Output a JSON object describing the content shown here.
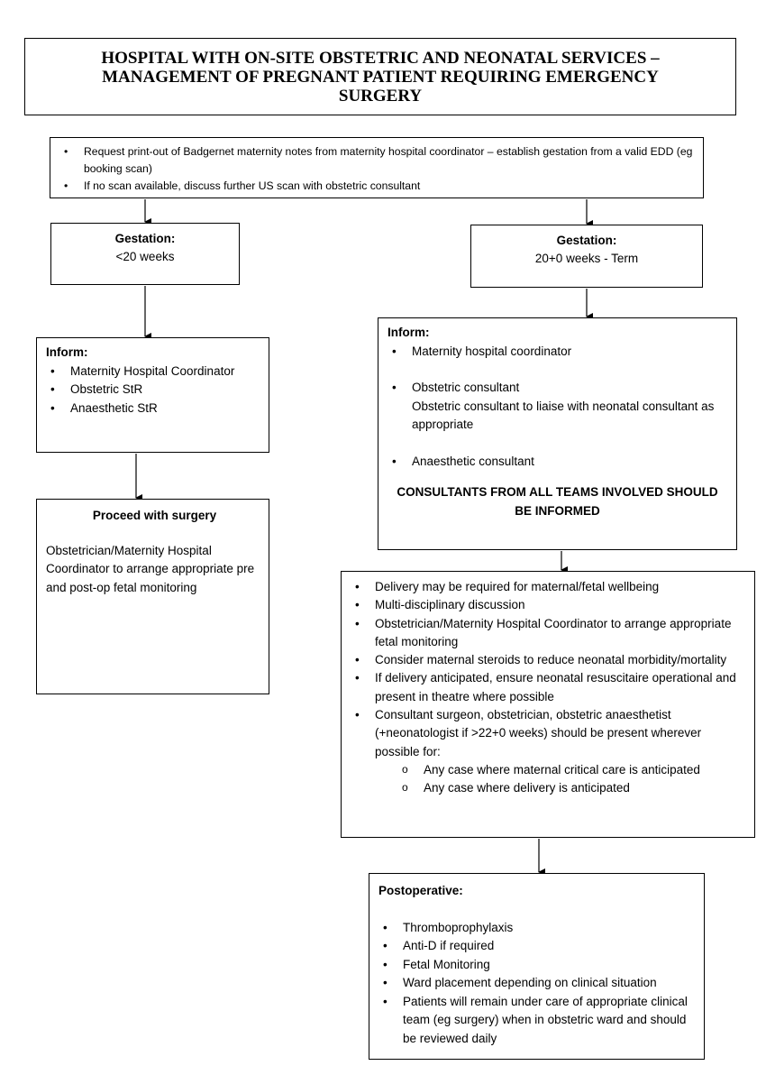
{
  "title": {
    "lines": [
      "HOSPITAL WITH ON-SITE OBSTETRIC AND NEONATAL SERVICES –",
      "MANAGEMENT OF PREGNANT PATIENT REQUIRING EMERGENCY",
      "SURGERY"
    ]
  },
  "request_box": {
    "items": [
      "Request print-out of Badgernet maternity notes from maternity hospital coordinator – establish gestation from a valid EDD (eg booking scan)",
      "If no scan available, discuss further US scan with obstetric consultant"
    ]
  },
  "gestation_left": {
    "label": "Gestation:",
    "value": "<20 weeks"
  },
  "gestation_right": {
    "label": "Gestation:",
    "value": "20+0 weeks - Term"
  },
  "inform_left": {
    "heading": "Inform:",
    "items": [
      "Maternity Hospital Coordinator",
      "Obstetric StR",
      "Anaesthetic StR"
    ]
  },
  "proceed": {
    "heading": "Proceed with surgery",
    "body": "Obstetrician/Maternity Hospital Coordinator to arrange appropriate pre and post-op fetal monitoring"
  },
  "inform_right": {
    "heading": "Inform:",
    "items": [
      {
        "text": "Maternity hospital coordinator",
        "note": ""
      },
      {
        "text": "Obstetric consultant",
        "note": "Obstetric consultant to liaise with neonatal consultant as appropriate"
      },
      {
        "text": "Anaesthetic consultant",
        "note": ""
      }
    ],
    "warning": "CONSULTANTS FROM ALL TEAMS INVOLVED SHOULD BE INFORMED"
  },
  "delivery": {
    "items": [
      "Delivery may be required for maternal/fetal wellbeing",
      "Multi-disciplinary discussion",
      "Obstetrician/Maternity Hospital Coordinator to arrange appropriate fetal monitoring",
      "Consider maternal steroids to reduce neonatal morbidity/mortality",
      "If delivery anticipated, ensure neonatal resuscitaire operational and present in theatre where possible",
      "Consultant surgeon, obstetrician, obstetric anaesthetist (+neonatologist if >22+0 weeks) should be present wherever possible for:"
    ],
    "subitems": [
      "Any case where maternal critical care is anticipated",
      "Any case where delivery is anticipated"
    ]
  },
  "postop": {
    "heading": "Postoperative:",
    "items": [
      "Thromboprophylaxis",
      "Anti-D if required",
      "Fetal Monitoring",
      "Ward placement depending on clinical situation",
      "Patients will remain under care of appropriate clinical team (eg surgery) when in obstetric ward and should be reviewed daily"
    ]
  }
}
